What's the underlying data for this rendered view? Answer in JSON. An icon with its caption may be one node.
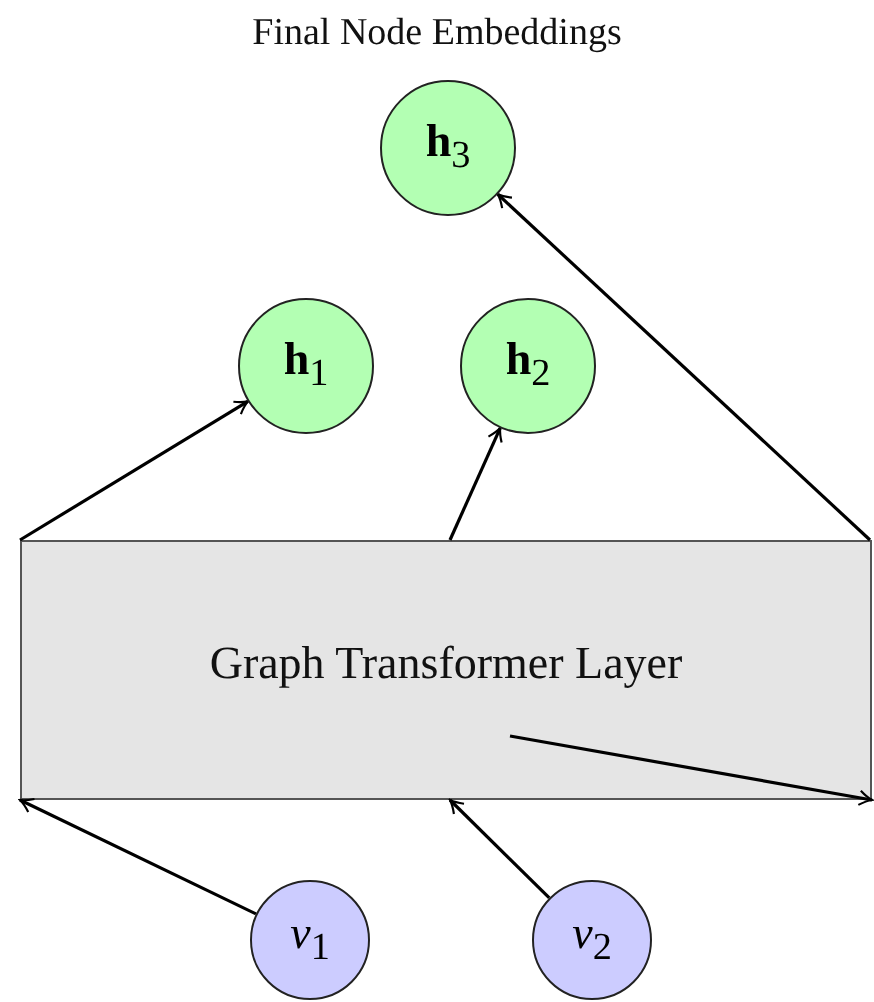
{
  "diagram": {
    "title": "Final Node Embeddings",
    "nodes": [
      {
        "text": [
          "**h**$_{3}$"
        ]
      },
      {
        "text": [
          "**h**$_{1}$"
        ]
      },
      {
        "text": [
          "**h**$_{2}$"
        ]
      },
      {
        "text": [
          "Graph Transformer Layer"
        ]
      },
      {
        "text": [
          "*v*$_{1}$"
        ]
      },
      {
        "text": [
          "*v*$_{2}$"
        ]
      }
    ],
    "edges": [
      {
        "from": 3,
        "to": 1,
        "arrow": "to"
      },
      {
        "from": 3,
        "to": 2,
        "arrow": "to"
      },
      {
        "from": 3,
        "to": 0,
        "arrow": "to"
      },
      {
        "from": 4,
        "to": 3,
        "arrow": "to"
      },
      {
        "from": 5,
        "to": 3,
        "arrow": "to"
      },
      {
        "from": null,
        "to": 3,
        "arrow": "to"
      }
    ]
  }
}
